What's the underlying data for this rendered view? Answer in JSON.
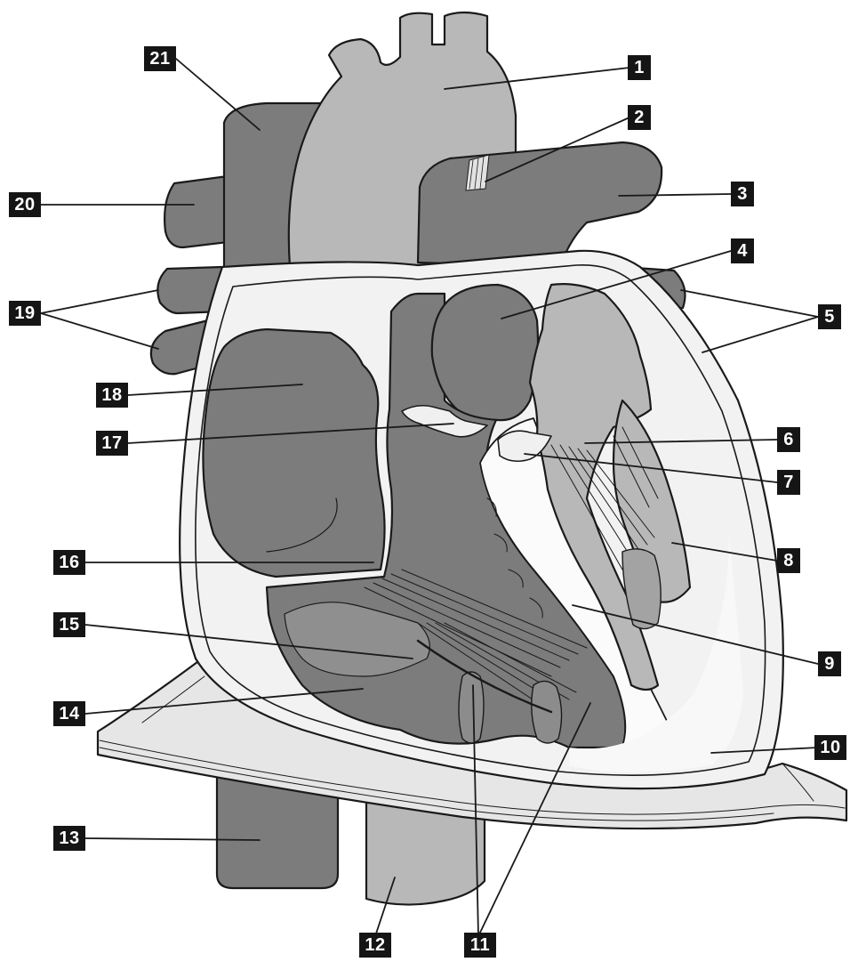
{
  "labels": {
    "n1": "1",
    "n2": "2",
    "n3": "3",
    "n4": "4",
    "n5": "5",
    "n6": "6",
    "n7": "7",
    "n8": "8",
    "n9": "9",
    "n10": "10",
    "n11": "11",
    "n12": "12",
    "n13": "13",
    "n14": "14",
    "n15": "15",
    "n16": "16",
    "n17": "17",
    "n18": "18",
    "n19": "19",
    "n20": "20",
    "n21": "21"
  },
  "colors": {
    "chamber_dark": "#7c7c7c",
    "vessel_light": "#b8b8b8",
    "muscle_white": "#f6f6f6",
    "outline": "#1a1a1a",
    "label_bg": "#151515",
    "label_text": "#ffffff"
  }
}
